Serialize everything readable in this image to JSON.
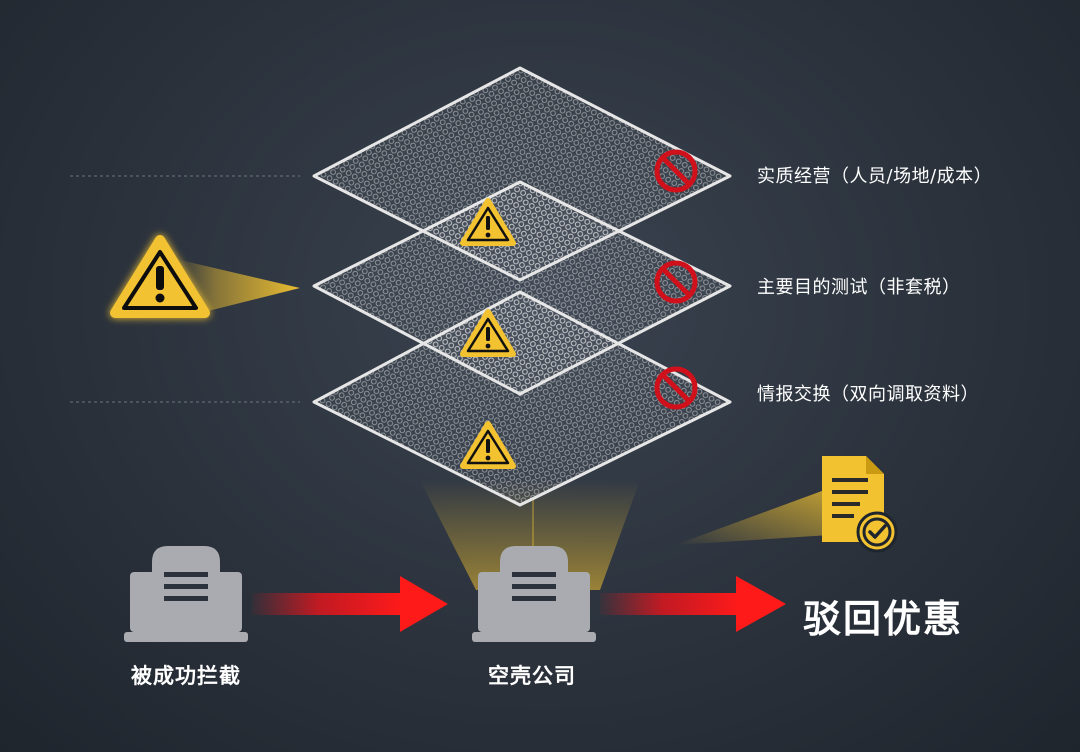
{
  "layers": [
    {
      "label": "实质经营（人员/场地/成本）",
      "status_icon": "prohibited-icon"
    },
    {
      "label": "主要目的测试（非套税）",
      "status_icon": "prohibited-icon"
    },
    {
      "label": "情报交换（双向调取资料）",
      "status_icon": "prohibited-icon"
    }
  ],
  "warnings": {
    "icon": "warning-icon"
  },
  "flow": {
    "start_label": "被成功拦截",
    "middle_label": "空壳公司",
    "result_label": "驳回优惠"
  },
  "document_icon": "approved-document-icon",
  "colors": {
    "background": "#2b323c",
    "warning_yellow": "#f2c230",
    "arrow_red": "#e8141c",
    "prohibited_red": "#d0101a",
    "building_gray": "#a9abb0",
    "mesh_white": "#e6e6e6"
  }
}
